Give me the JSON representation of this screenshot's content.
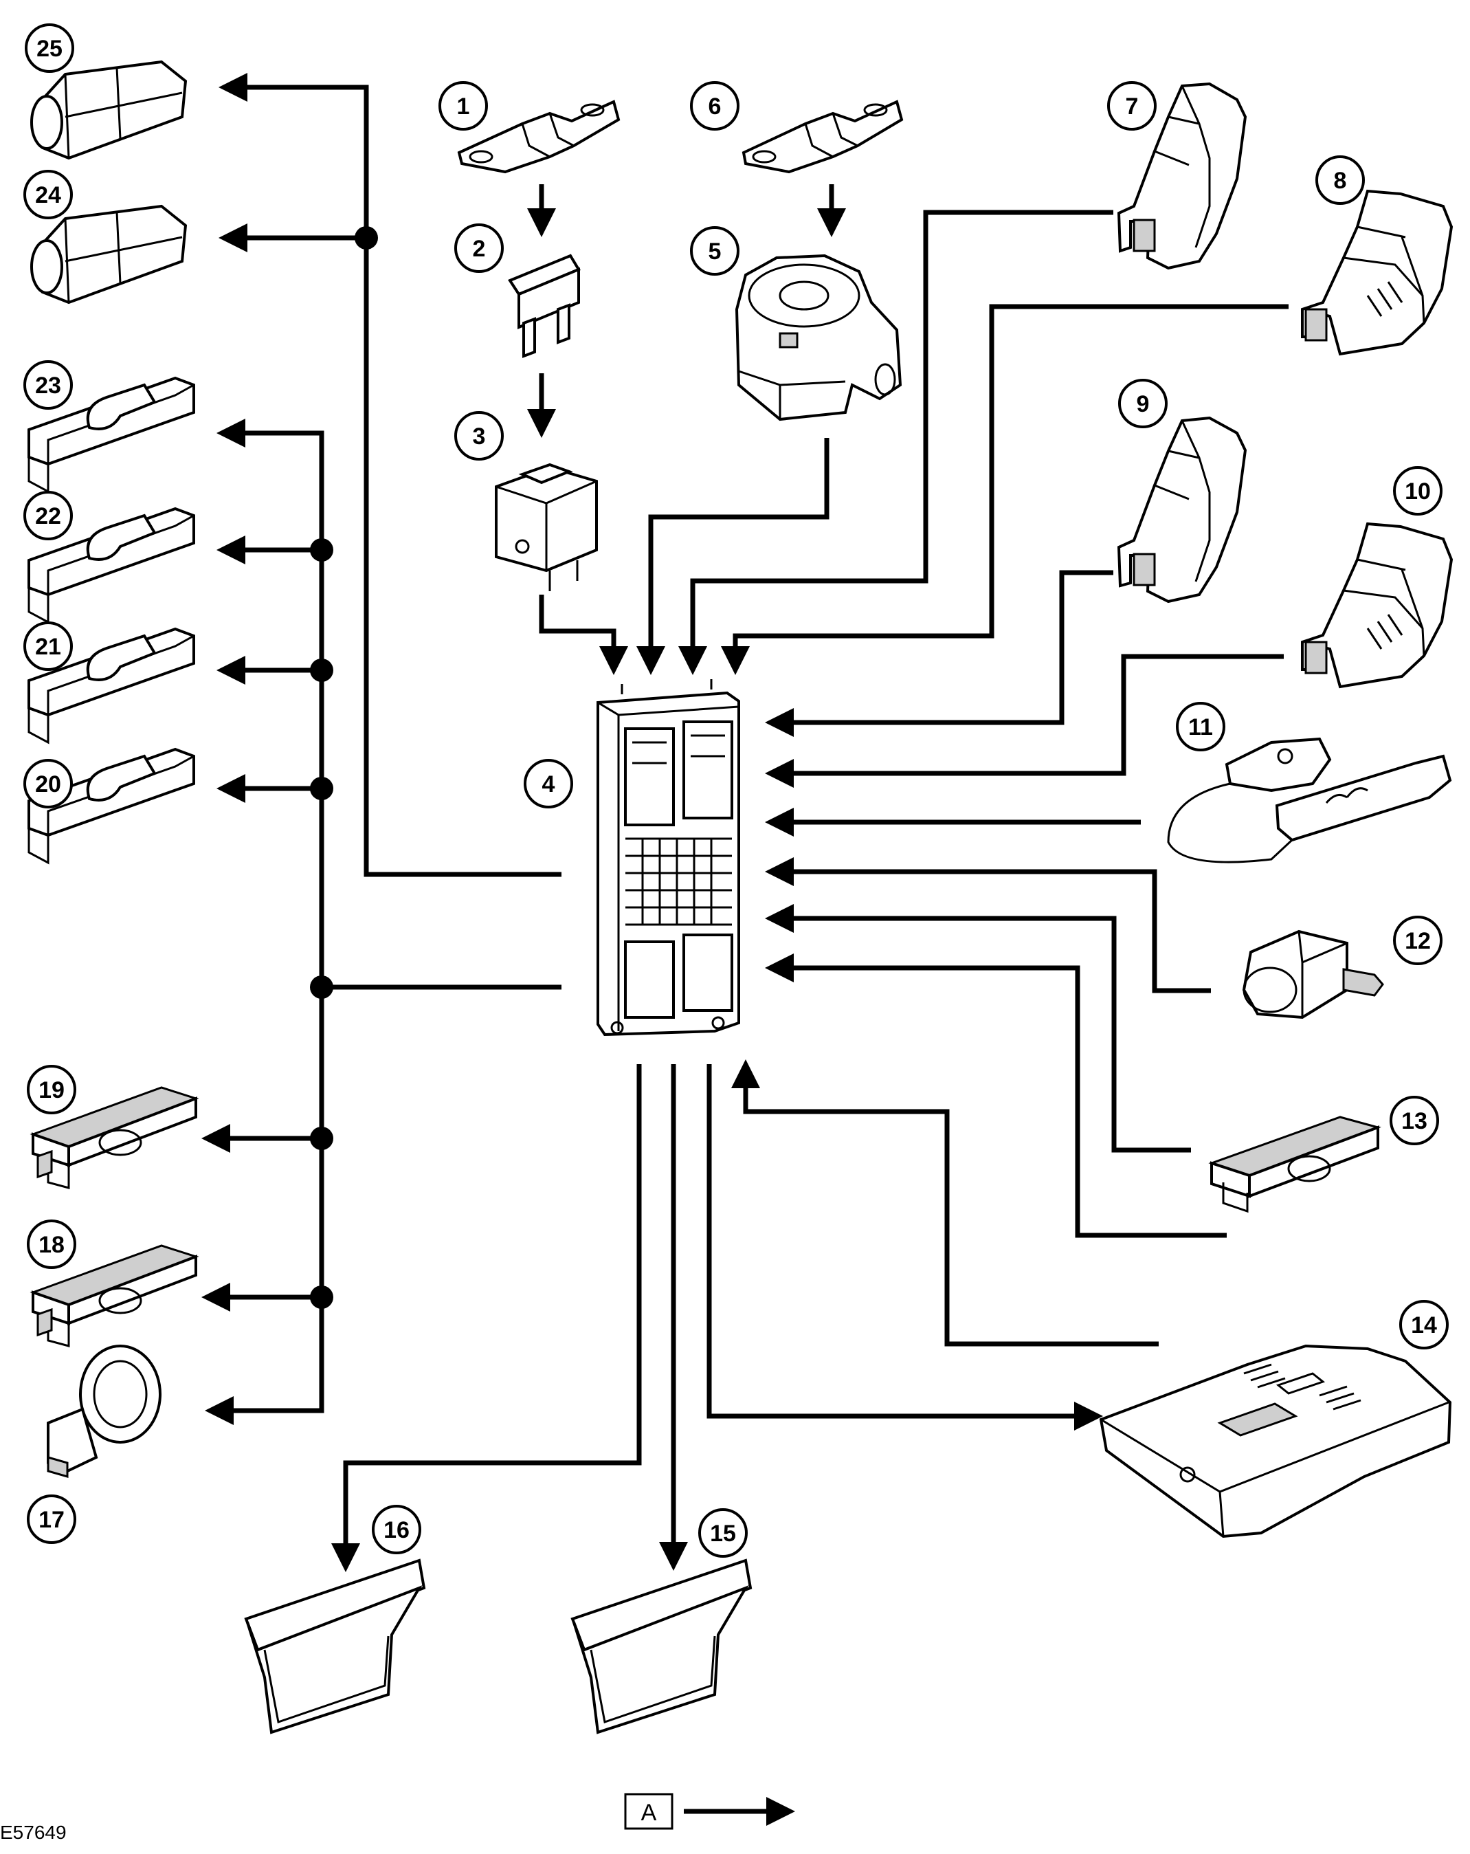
{
  "figure_id": "E57649",
  "legend": {
    "box_label": "A"
  },
  "callouts": [
    "1",
    "2",
    "3",
    "4",
    "5",
    "6",
    "7",
    "8",
    "9",
    "10",
    "11",
    "12",
    "13",
    "14",
    "15",
    "16",
    "17",
    "18",
    "19",
    "20",
    "21",
    "22",
    "23",
    "24",
    "25"
  ]
}
